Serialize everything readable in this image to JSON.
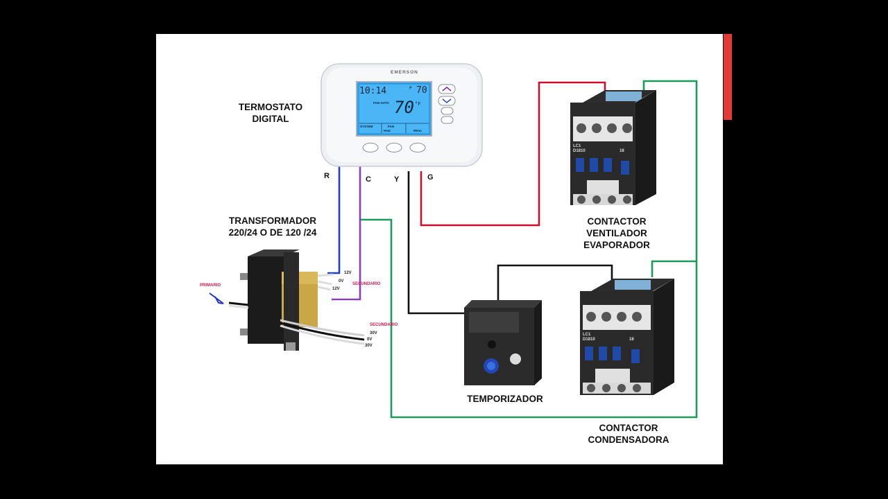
{
  "labels": {
    "thermostat": "TERMOSTATO\nDIGITAL",
    "transformer": "TRANSFORMADOR\n220/24 O DE 120 /24",
    "contactor_evap": "CONTACTOR\nVENTILADOR\nEVAPORADOR",
    "timer": "TEMPORIZADOR",
    "contactor_cond": "CONTACTOR\nCONDENSADORA"
  },
  "terminals": {
    "r": "R",
    "c": "C",
    "y": "Y",
    "g": "G"
  },
  "thermostat": {
    "brand": "EMERSON",
    "time": "10:14",
    "time_suffix": "P",
    "set_temp": "70",
    "room_temp": "70",
    "room_unit": "°F",
    "mode": "FAN AUTO",
    "footer": [
      "SYSTEM",
      "FAN",
      "Heat",
      "Menu"
    ]
  },
  "transformer": {
    "primary": "PRIMARIO",
    "secondary_top": "SECUNDARIO",
    "secondary_bottom": "SECUNDARIO",
    "tap_12v_a": "12V",
    "tap_0v_a": "0V",
    "tap_12v_b": "12V",
    "tap_30v_a": "30V",
    "tap_0v_b": "0V",
    "tap_30v_b": "30V"
  },
  "contactor_top": {
    "model": "LC1\nD1810",
    "rating": "18"
  },
  "contactor_bottom": {
    "model": "LC1\nD1810",
    "rating": "18"
  },
  "wire_colors": {
    "red": "#c8102e",
    "blue": "#1e3bd1",
    "purple": "#8a3fb8",
    "green": "#1c9a5a",
    "black": "#111111"
  }
}
